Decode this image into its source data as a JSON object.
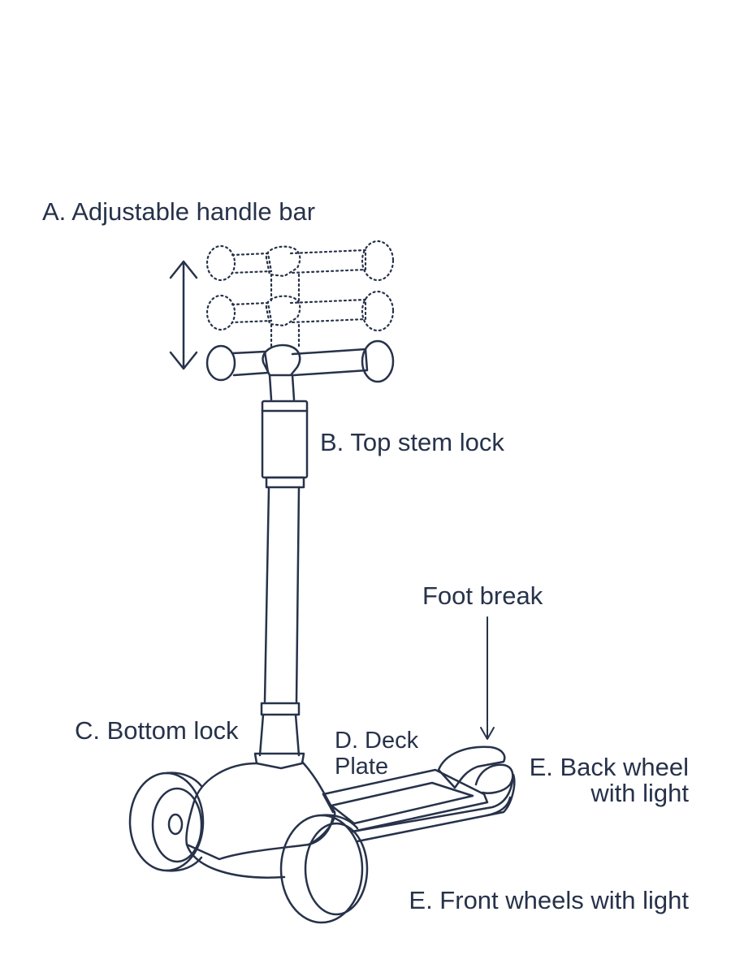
{
  "colors": {
    "line": "#27324a",
    "background": "#ffffff"
  },
  "labels": {
    "handle_bar": "A. Adjustable handle bar",
    "top_stem_lock": "B. Top stem lock",
    "foot_break": "Foot break",
    "bottom_lock": "C. Bottom lock",
    "deck_plate_line1": "D. Deck",
    "deck_plate_line2": "Plate",
    "back_wheel_line1": "E. Back wheel",
    "back_wheel_line2": "with light",
    "front_wheels": "E. Front wheels with light"
  },
  "icons": [
    "double-arrow-icon",
    "down-arrow-icon"
  ]
}
